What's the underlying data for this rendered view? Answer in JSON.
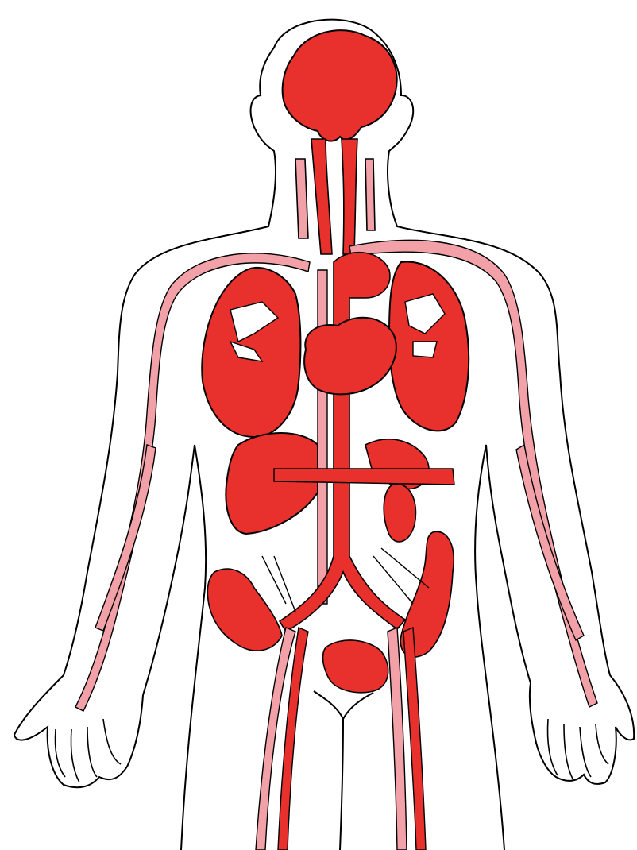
{
  "diagram": {
    "colors": {
      "background": "#ffffff",
      "outline": "#000000",
      "organ": "#e8302c",
      "organ_dark": "#d22a26",
      "vein": "#f2a1a8",
      "artery": "#e8302c"
    },
    "parts": [
      "body-outline",
      "brain",
      "neck-vessels",
      "vein-trunk",
      "aorta",
      "lung-left",
      "lung-right",
      "heart",
      "liver",
      "stomach",
      "kidney",
      "intestines",
      "pelvic-organs",
      "leg-vessels",
      "arm-vessels-left",
      "arm-vessels-right"
    ]
  }
}
